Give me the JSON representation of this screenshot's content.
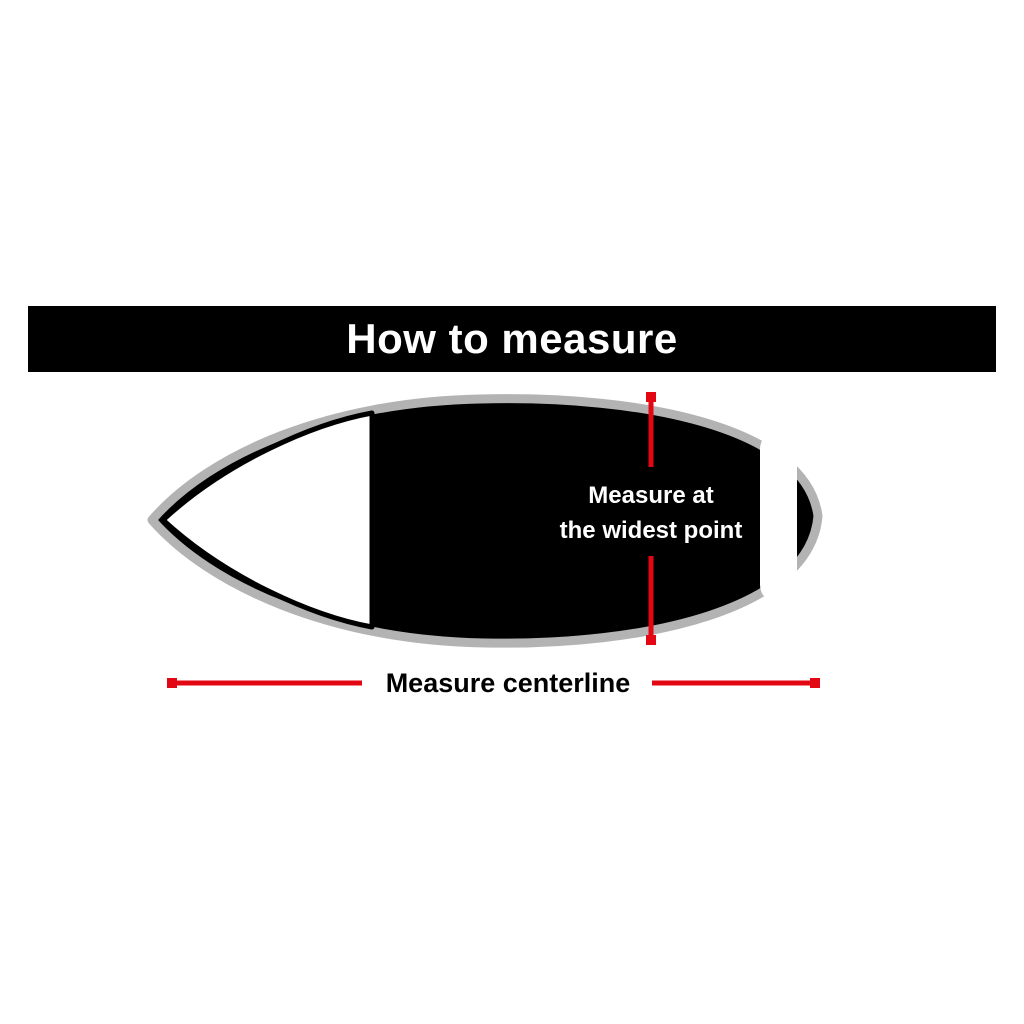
{
  "header": {
    "title": "How to measure"
  },
  "diagram": {
    "width_label_line1": "Measure at",
    "width_label_line2": "the widest point",
    "centerline_label": "Measure centerline",
    "colors": {
      "measure_line": "#e30613",
      "hull_fill": "#000000",
      "hull_outline": "#b3b3b3",
      "nose_fill": "#ffffff",
      "label_on_hull": "#ffffff",
      "label_dark": "#000000",
      "header_bg": "#000000",
      "header_fg": "#ffffff"
    }
  }
}
